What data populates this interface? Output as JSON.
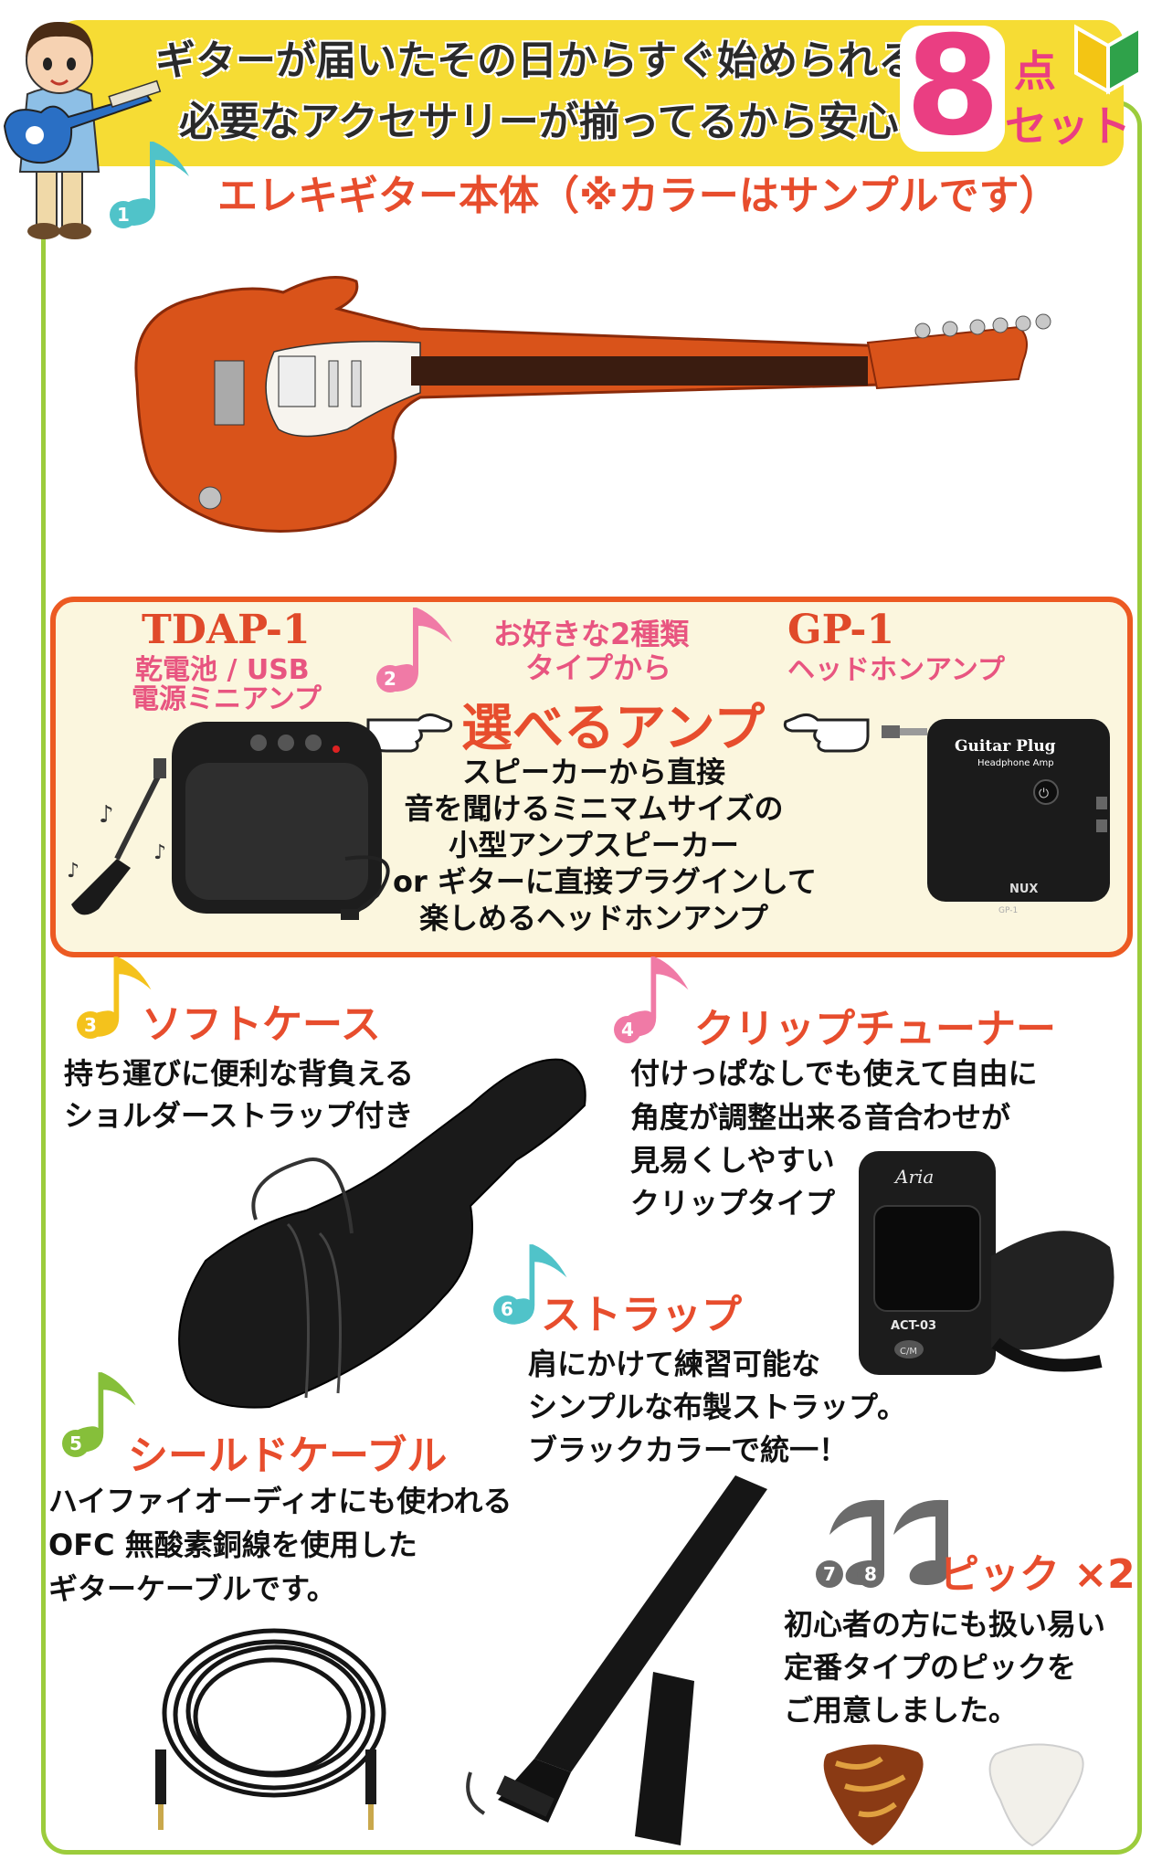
{
  "header": {
    "line1": "ギターが届いたその日からすぐ始められる",
    "line2": "必要なアクセサリーが揃ってるから安心の",
    "count": "8",
    "set_top": "点",
    "set_bottom": "セット"
  },
  "items": {
    "guitar": {
      "number": "1",
      "title": "エレキギター本体（※カラーはサンプルです）"
    },
    "amp": {
      "number": "2",
      "left_model": "TDAP-1",
      "left_desc_1": "乾電池 / USB",
      "left_desc_2": "電源ミニアンプ",
      "center_top_1": "お好きな2種類",
      "center_top_2": "タイプから",
      "headline": "選べるアンプ",
      "right_model": "GP-1",
      "right_desc": "ヘッドホンアンプ",
      "desc_lines": [
        "スピーカーから直接",
        "音を聞けるミニマムサイズの",
        "小型アンプスピーカー",
        "or ギターに直接プラグインして",
        "楽しめるヘッドホンアンプ"
      ],
      "device_label_1": "Guitar Plug",
      "device_label_2": "Headphone Amp",
      "device_brand": "NUX",
      "device_model": "GP-1"
    },
    "case": {
      "number": "3",
      "title": "ソフトケース",
      "lines": [
        "持ち運びに便利な背負える",
        "ショルダーストラップ付き"
      ]
    },
    "tuner": {
      "number": "4",
      "title": "クリップチューナー",
      "lines": [
        "付けっぱなしでも使えて自由に",
        "角度が調整出来る音合わせが",
        "見易くしやすい",
        "クリップタイプ"
      ],
      "brand": "Aria",
      "model": "ACT-03",
      "button": "C/M"
    },
    "cable": {
      "number": "5",
      "title": "シールドケーブル",
      "lines": [
        "ハイファイオーディオにも使われる",
        "OFC 無酸素銅線を使用した",
        "ギターケーブルです。"
      ]
    },
    "strap": {
      "number": "6",
      "title": "ストラップ",
      "lines": [
        "肩にかけて練習可能な",
        "シンプルな布製ストラップ。",
        "ブラックカラーで統一！"
      ]
    },
    "picks": {
      "number_a": "7",
      "number_b": "8",
      "title": "ピック ×2",
      "lines": [
        "初心者の方にも扱い易い",
        "定番タイプのピックを",
        "ご用意しました。"
      ]
    }
  },
  "colors": {
    "banner": "#f6dc34",
    "frame": "#9ccc3c",
    "accent_red": "#e74d2d",
    "accent_pink": "#ea3e82",
    "amp_border": "#ec5a22",
    "amp_bg": "#fbf6de"
  }
}
